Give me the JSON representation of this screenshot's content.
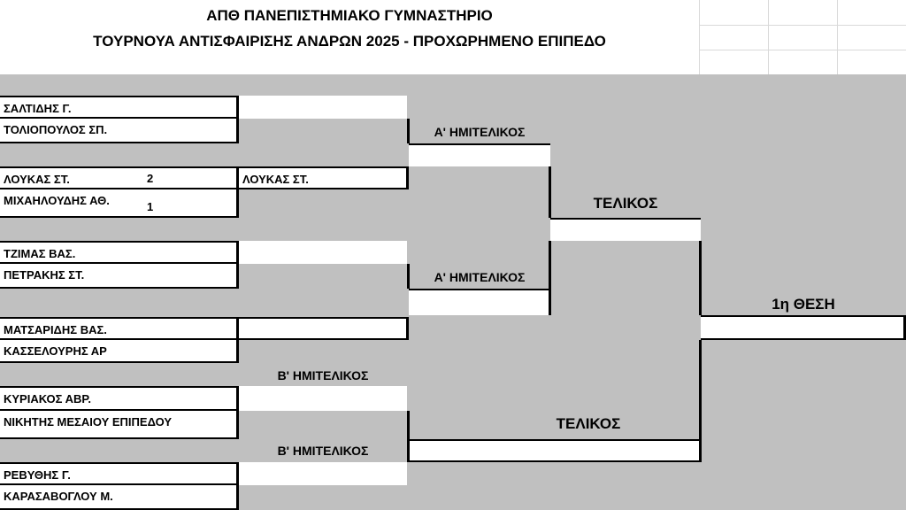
{
  "header": {
    "title_line1": "ΑΠΘ   ΠΑΝΕΠΙΣΤΗΜΙΑΚΟ ΓΥΜΝΑΣΤΗΡΙΟ",
    "title_line2": "ΤΟΥΡΝΟΥΑ ΑΝΤΙΣΦΑΙΡΙΣΗΣ  ΑΝΔΡΩΝ 2025 - ΠΡΟΧΩΡΗΜΕΝΟ ΕΠΙΠΕΔΟ"
  },
  "players": [
    {
      "name": "ΣΑΛΤΙΔΗΣ Γ.",
      "score": ""
    },
    {
      "name": "ΤΟΛΙΟΠΟΥΛΟΣ ΣΠ.",
      "score": ""
    },
    {
      "name": "ΛΟΥΚΑΣ ΣΤ.",
      "score": "2"
    },
    {
      "name": "ΜΙΧΑΗΛΟΥΔΗΣ ΑΘ.",
      "score": "1"
    },
    {
      "name": "ΤΖΙΜΑΣ ΒΑΣ.",
      "score": ""
    },
    {
      "name": "ΠΕΤΡΑΚΗΣ ΣΤ.",
      "score": ""
    },
    {
      "name": "ΜΑΤΣΑΡΙΔΗΣ ΒΑΣ.",
      "score": ""
    },
    {
      "name": "ΚΑΣΣΕΛΟΥΡΗΣ ΑΡ",
      "score": ""
    },
    {
      "name": "ΚΥΡΙΑΚΟΣ ΑΒΡ.",
      "score": ""
    },
    {
      "name": "ΝΙΚΗΤΗΣ ΜΕΣΑΙΟΥ ΕΠΙΠΕΔΟΥ",
      "score": ""
    },
    {
      "name": "ΡΕΒΥΘΗΣ Γ.",
      "score": ""
    },
    {
      "name": "ΚΑΡΑΣΑΒΟΓΛΟΥ Μ.",
      "score": ""
    }
  ],
  "round2": [
    "",
    "ΛΟΥΚΑΣ ΣΤ.",
    "",
    "",
    "",
    ""
  ],
  "stages": {
    "semi_a": "Α' ΗΜΙΤΕΛΙΚΟΣ",
    "semi_b": "Β' ΗΜΙΤΕΛΙΚΟΣ",
    "final": "ΤΕΛΙΚΟΣ",
    "first_place": "1η ΘΕΣΗ"
  },
  "colors": {
    "background": "#c0c0c0",
    "box": "#ffffff",
    "line": "#000000"
  }
}
